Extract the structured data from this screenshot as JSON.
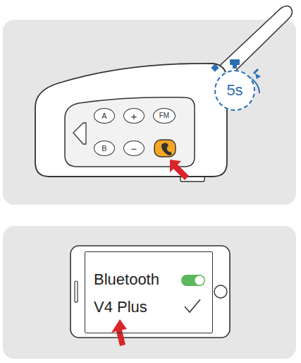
{
  "diagram": {
    "nodes": [
      {
        "text": [
          "A"
        ]
      },
      {
        "text": [
          "+"
        ]
      },
      {
        "text": [
          "FM"
        ]
      },
      {
        "text": [
          "B"
        ]
      },
      {
        "text": [
          "−"
        ]
      },
      {
        "text": [
          "5s"
        ]
      },
      {
        "text": [
          "Bluetooth",
          "V4 Plus"
        ]
      }
    ]
  }
}
